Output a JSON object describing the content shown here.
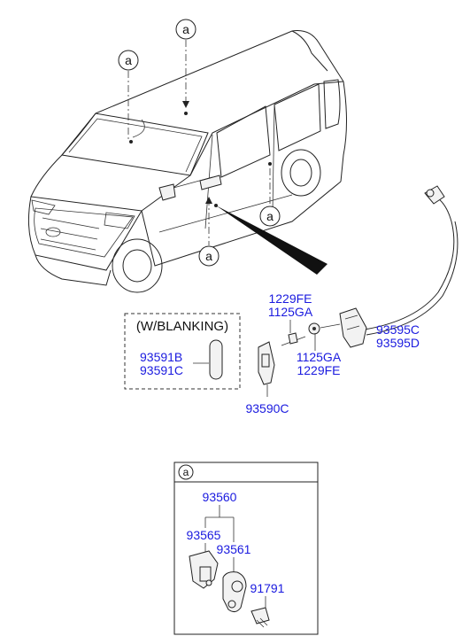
{
  "callout_letter": "a",
  "blanking_box": {
    "title": "(W/BLANKING)",
    "parts": [
      "93591B",
      "93591C"
    ]
  },
  "parts": {
    "p1229fe_top": "1229FE",
    "p1125ga_top": "1125GA",
    "p1125ga_bottom": "1125GA",
    "p1229fe_bottom": "1229FE",
    "p93595c": "93595C",
    "p93595d": "93595D",
    "p93590c": "93590C"
  },
  "detail_box": {
    "label": "a",
    "parts": {
      "p93560": "93560",
      "p93565": "93565",
      "p93561": "93561",
      "p91791": "91791"
    }
  }
}
